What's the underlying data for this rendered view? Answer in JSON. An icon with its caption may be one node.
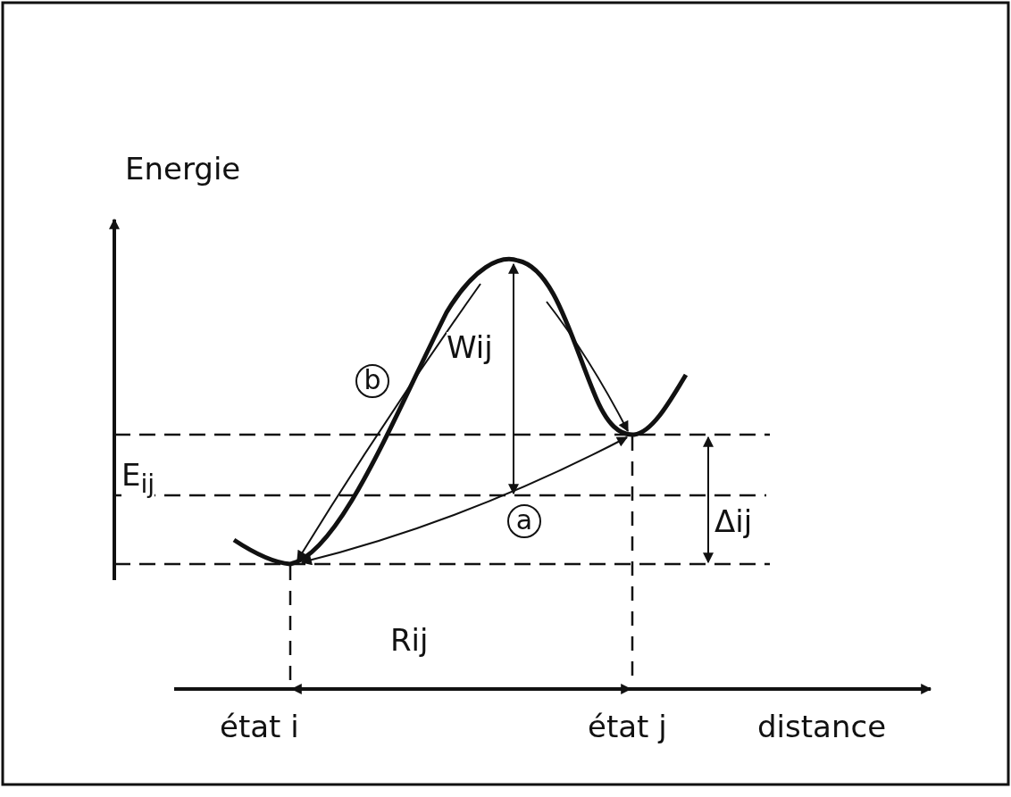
{
  "diagram": {
    "labels": [
      "Energie",
      "Wij",
      "b",
      "E$_{ij}$",
      "Δij",
      "a",
      "Rij",
      "état i",
      "état j",
      "distance"
    ]
  }
}
